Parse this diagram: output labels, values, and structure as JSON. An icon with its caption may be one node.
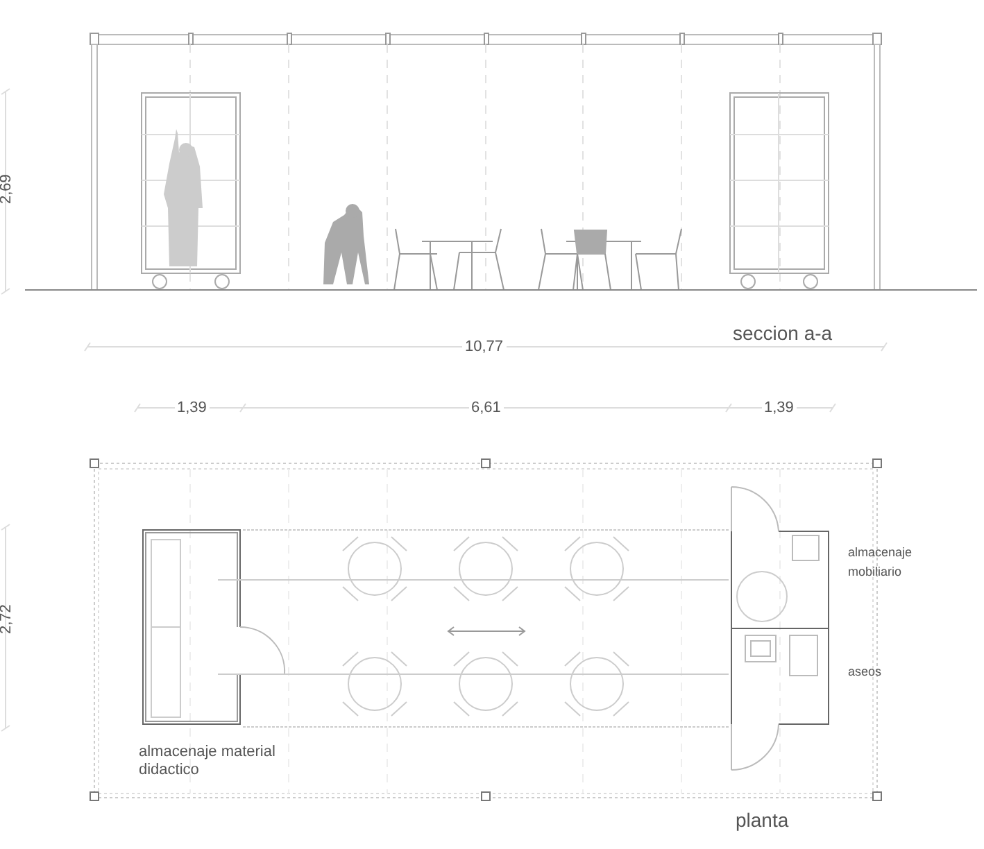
{
  "diagram": {
    "labels": [
      "2,69",
      "seccion a-a",
      "10,77",
      "1,39",
      "6,61",
      "1,39",
      "2,72",
      "almacenaje mobiliario",
      "aseos",
      "almacenaje material didactico",
      "planta"
    ]
  }
}
